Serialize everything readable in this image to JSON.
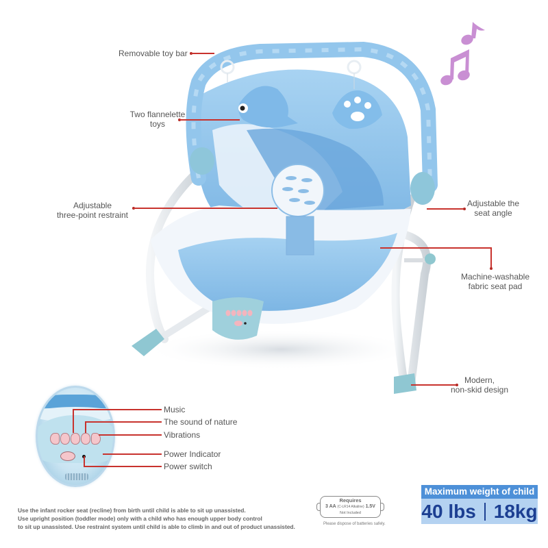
{
  "product": {
    "type": "infant-to-toddler rocker",
    "primary_color": "#8cc3ea",
    "accent_color": "#c8322d",
    "music_notes_color": "#c98fd3"
  },
  "features": [
    {
      "id": "toy-bar",
      "label": "Removable toy bar"
    },
    {
      "id": "toys",
      "label_line1": "Two flannelette",
      "label_line2": "toys"
    },
    {
      "id": "restraint",
      "label_line1": "Adjustable",
      "label_line2": "three-point restraint"
    },
    {
      "id": "seat-angle",
      "label_line1": "Adjustable the",
      "label_line2": "seat angle"
    },
    {
      "id": "seat-pad",
      "label_line1": "Machine-washable",
      "label_line2": "fabric seat pad"
    },
    {
      "id": "non-skid",
      "label_line1": "Modern,",
      "label_line2": "non-skid design"
    }
  ],
  "control_panel": {
    "labels": [
      "Music",
      "The sound of nature",
      "Vibrations",
      "Power Indicator",
      "Power switch"
    ]
  },
  "usage_note": {
    "line1": "Use the infant rocker seat (recline) from birth until child is able to sit up unassisted.",
    "line2": "Use upright position (toddler mode) only with a child who has enough upper body control",
    "line3": "to sit up unassisted. Use restraint system until child is able to climb in and out of product unassisted."
  },
  "battery": {
    "title": "Requires",
    "spec": "3 AA",
    "spec_detail": "(C-LR14 Alkaline)",
    "voltage": "1.5V",
    "included": "Not Included",
    "disposal": "Please dispose of batteries safely."
  },
  "max_weight": {
    "header": "Maximum weight of child",
    "lbs": "40 lbs",
    "kg": "18kg",
    "header_bg": "#4d90d8",
    "body_bg": "#b4d2f1",
    "value_color": "#1c3f92"
  }
}
